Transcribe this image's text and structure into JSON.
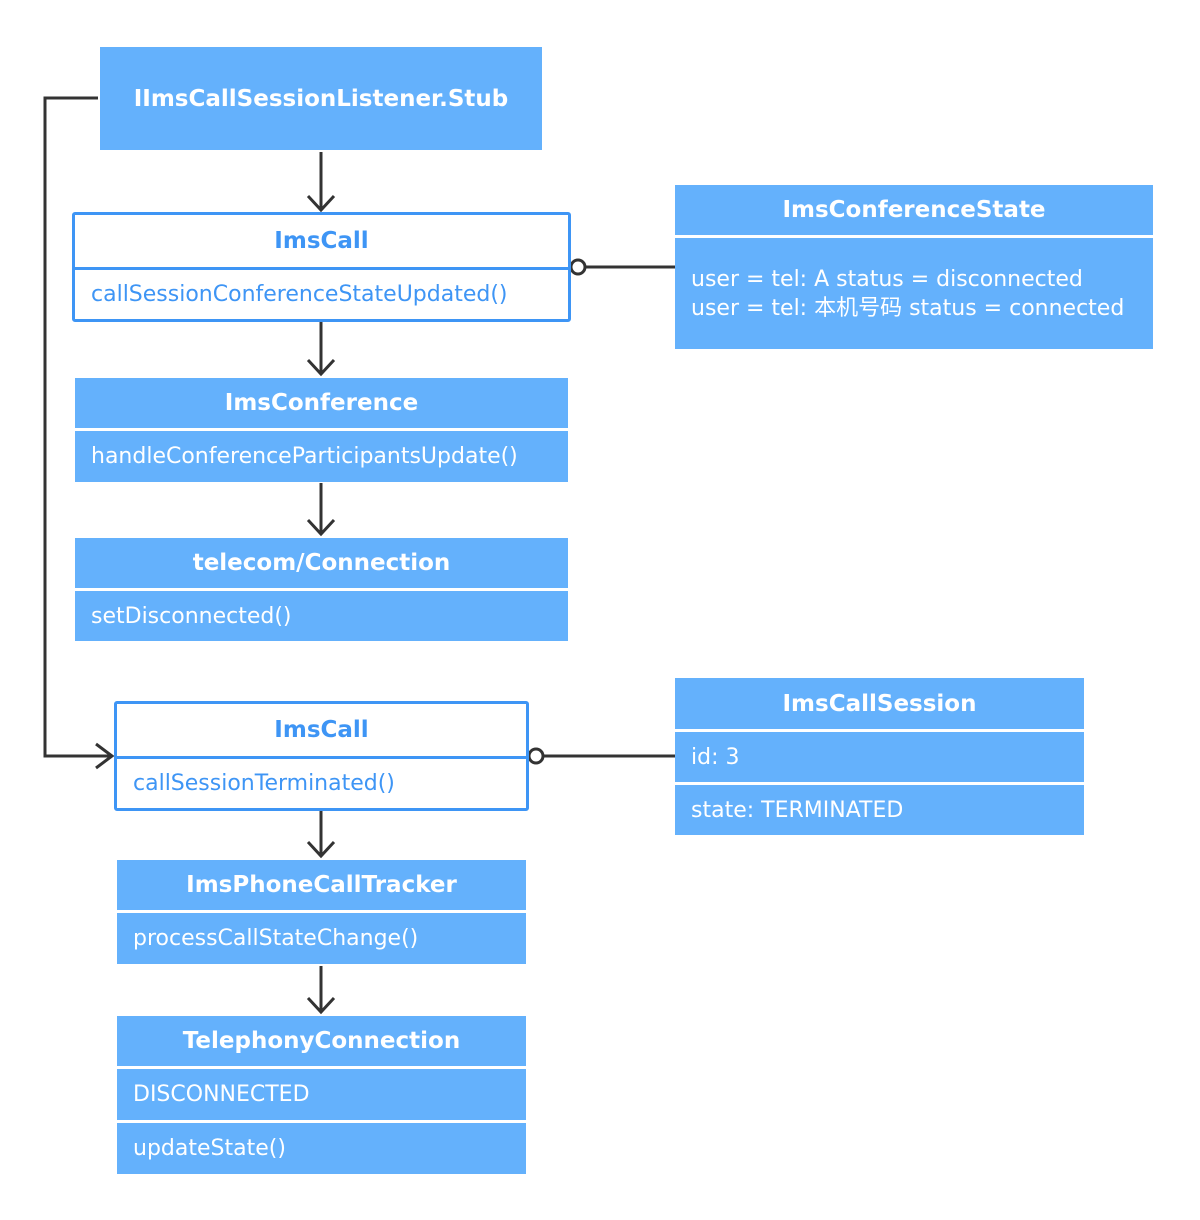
{
  "diagram": {
    "stub": {
      "title": "IImsCallSessionListener.Stub"
    },
    "imscall1": {
      "title": "ImsCall",
      "method": "callSessionConferenceStateUpdated()"
    },
    "conference_state": {
      "title": "ImsConferenceState",
      "lines": [
        "user = tel: A status = disconnected",
        "user = tel: 本机号码 status = connected"
      ]
    },
    "ims_conference": {
      "title": "ImsConference",
      "method": "handleConferenceParticipantsUpdate()"
    },
    "telecom_connection": {
      "title": "telecom/Connection",
      "method": "setDisconnected()"
    },
    "imscall2": {
      "title": "ImsCall",
      "method": "callSessionTerminated()"
    },
    "call_session": {
      "title": "ImsCallSession",
      "id": "id: 3",
      "state": "state: TERMINATED"
    },
    "tracker": {
      "title": "ImsPhoneCallTracker",
      "method": "processCallStateChange()"
    },
    "telephony_connection": {
      "title": "TelephonyConnection",
      "state": "DISCONNECTED",
      "method": "updateState()"
    }
  },
  "colors": {
    "box_fill": "#64b1fc",
    "outline": "#3e95f5",
    "connector": "#333333",
    "background": "#ffffff"
  }
}
